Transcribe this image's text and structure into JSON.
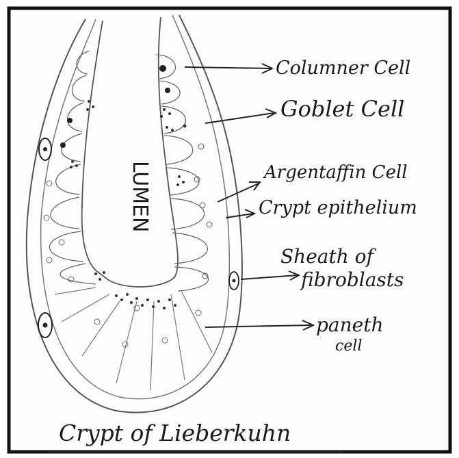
{
  "diagram": {
    "title": "Crypt of Lieberkuhn",
    "lumen_label": "LUMEN",
    "labels": {
      "columnar": "Columner Cell",
      "goblet": "Goblet Cell",
      "argentaffin": "Argentaffin Cell",
      "crypt_epithelium": "Crypt epithelium",
      "sheath_line1": "Sheath of",
      "sheath_line2": "fibroblasts",
      "paneth_line1": "paneth",
      "paneth_line2": "cell"
    }
  }
}
